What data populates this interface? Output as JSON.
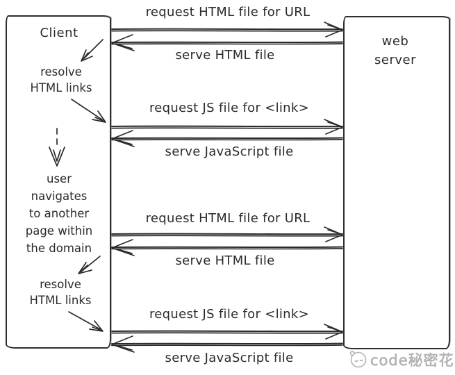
{
  "diagram_type": "sequence-diagram",
  "actors": {
    "client": {
      "label": "Client"
    },
    "server": {
      "label": "web\nserver"
    }
  },
  "client_flow": {
    "steps": [
      {
        "label": "resolve\nHTML links"
      },
      {
        "label": "user\nnavigates\nto another\npage within\nthe domain"
      },
      {
        "label": "resolve\nHTML links"
      }
    ]
  },
  "messages": [
    {
      "label": "request HTML file for URL",
      "direction": "right"
    },
    {
      "label": "serve HTML file",
      "direction": "left"
    },
    {
      "label": "request JS file for <link>",
      "direction": "right"
    },
    {
      "label": "serve JavaScript file",
      "direction": "left"
    },
    {
      "label": "request HTML file for URL",
      "direction": "right"
    },
    {
      "label": "serve HTML file",
      "direction": "left"
    },
    {
      "label": "request JS file for <link>",
      "direction": "right"
    },
    {
      "label": "serve JavaScript file",
      "direction": "left"
    }
  ],
  "watermark": {
    "text": "code秘密花园",
    "icon": "garden-logo-icon"
  },
  "colors": {
    "ink": "#2b2b2b",
    "background": "#ffffff",
    "watermark": "#b3b3b3"
  }
}
